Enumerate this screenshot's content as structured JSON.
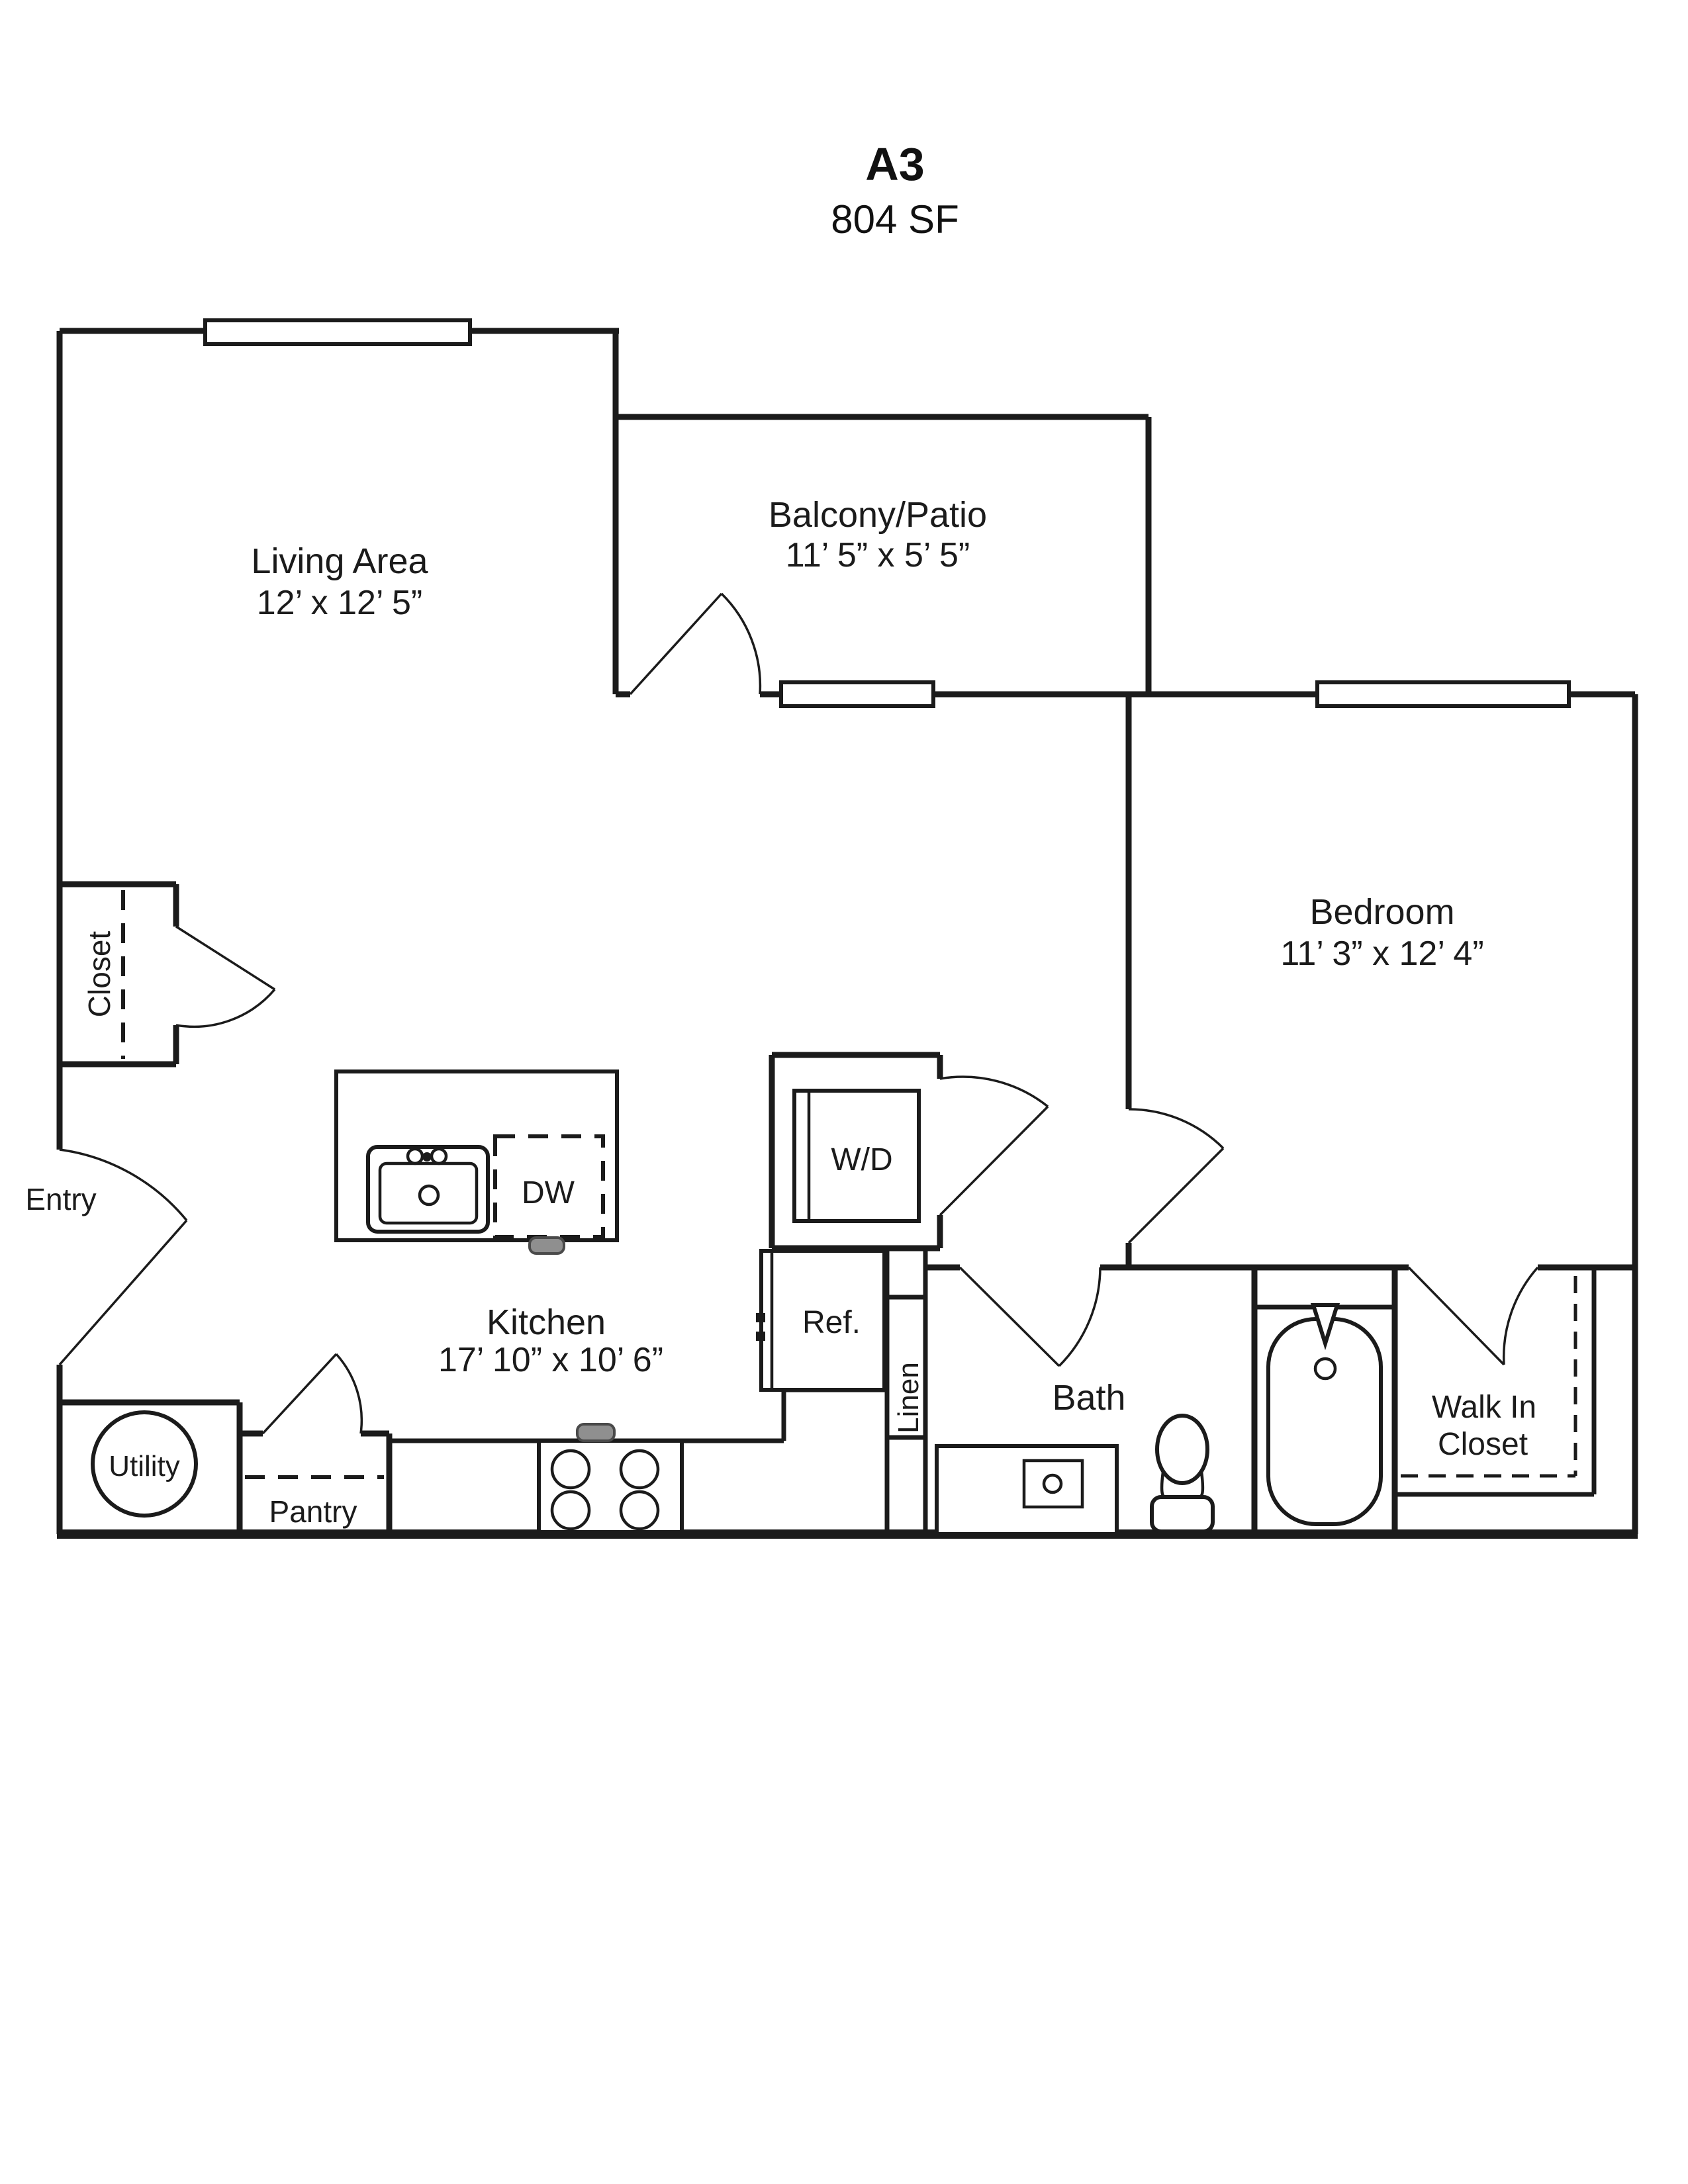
{
  "title": {
    "unit": "A3",
    "area": "804 SF"
  },
  "rooms": {
    "living": {
      "label": "Living Area",
      "dims": "12’ x 12’ 5”"
    },
    "balcony": {
      "label": "Balcony/Patio",
      "dims": "11’ 5” x 5’ 5”"
    },
    "bedroom": {
      "label": "Bedroom",
      "dims": "11’ 3” x 12’ 4”"
    },
    "kitchen": {
      "label": "Kitchen",
      "dims": "17’ 10” x 10’ 6”"
    },
    "bath": {
      "label": "Bath"
    },
    "walk_in": {
      "line1": "Walk In",
      "line2": "Closet"
    },
    "closet": {
      "label": "Closet"
    },
    "entry": {
      "label": "Entry"
    },
    "utility": {
      "label": "Utility"
    },
    "pantry": {
      "label": "Pantry"
    },
    "linen": {
      "label": "Linen"
    }
  },
  "appliances": {
    "washer_dryer": "W/D",
    "dishwasher": "DW",
    "refrigerator": "Ref."
  },
  "colors": {
    "wall": "#1b1b1b",
    "background": "#ffffff",
    "handle": "#8f8f8f"
  }
}
